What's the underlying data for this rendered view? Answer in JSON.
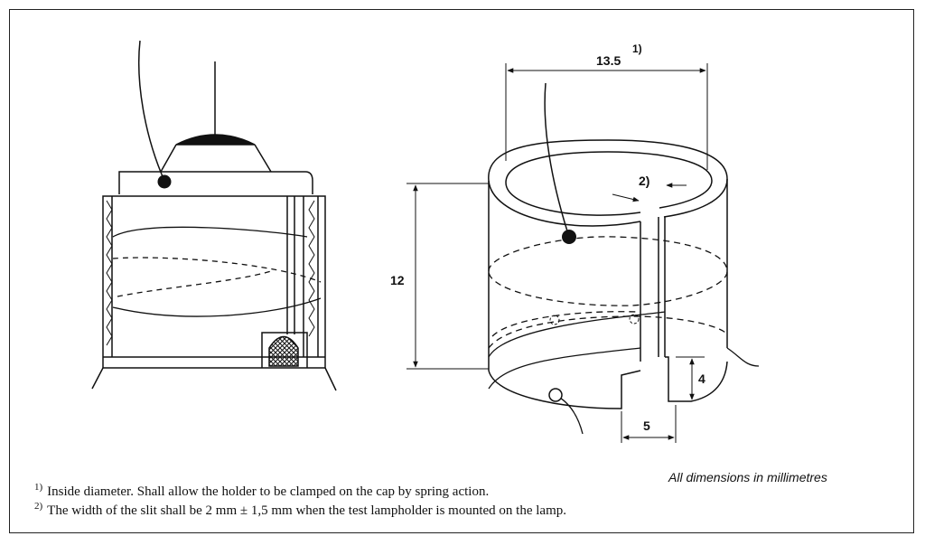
{
  "dimensions": {
    "diameter": "13.5",
    "diameter_ref": "1)",
    "slit_ref": "2)",
    "height": "12",
    "tab_height": "4",
    "tab_offset": "5"
  },
  "units_note": "All dimensions in millimetres",
  "notes": [
    {
      "marker": "1)",
      "text": "Inside diameter. Shall allow the holder to be clamped on the cap by spring action."
    },
    {
      "marker": "2)",
      "text": "The width of the slit shall be 2 mm ± 1,5 mm when the test lampholder is mounted on the lamp."
    }
  ]
}
